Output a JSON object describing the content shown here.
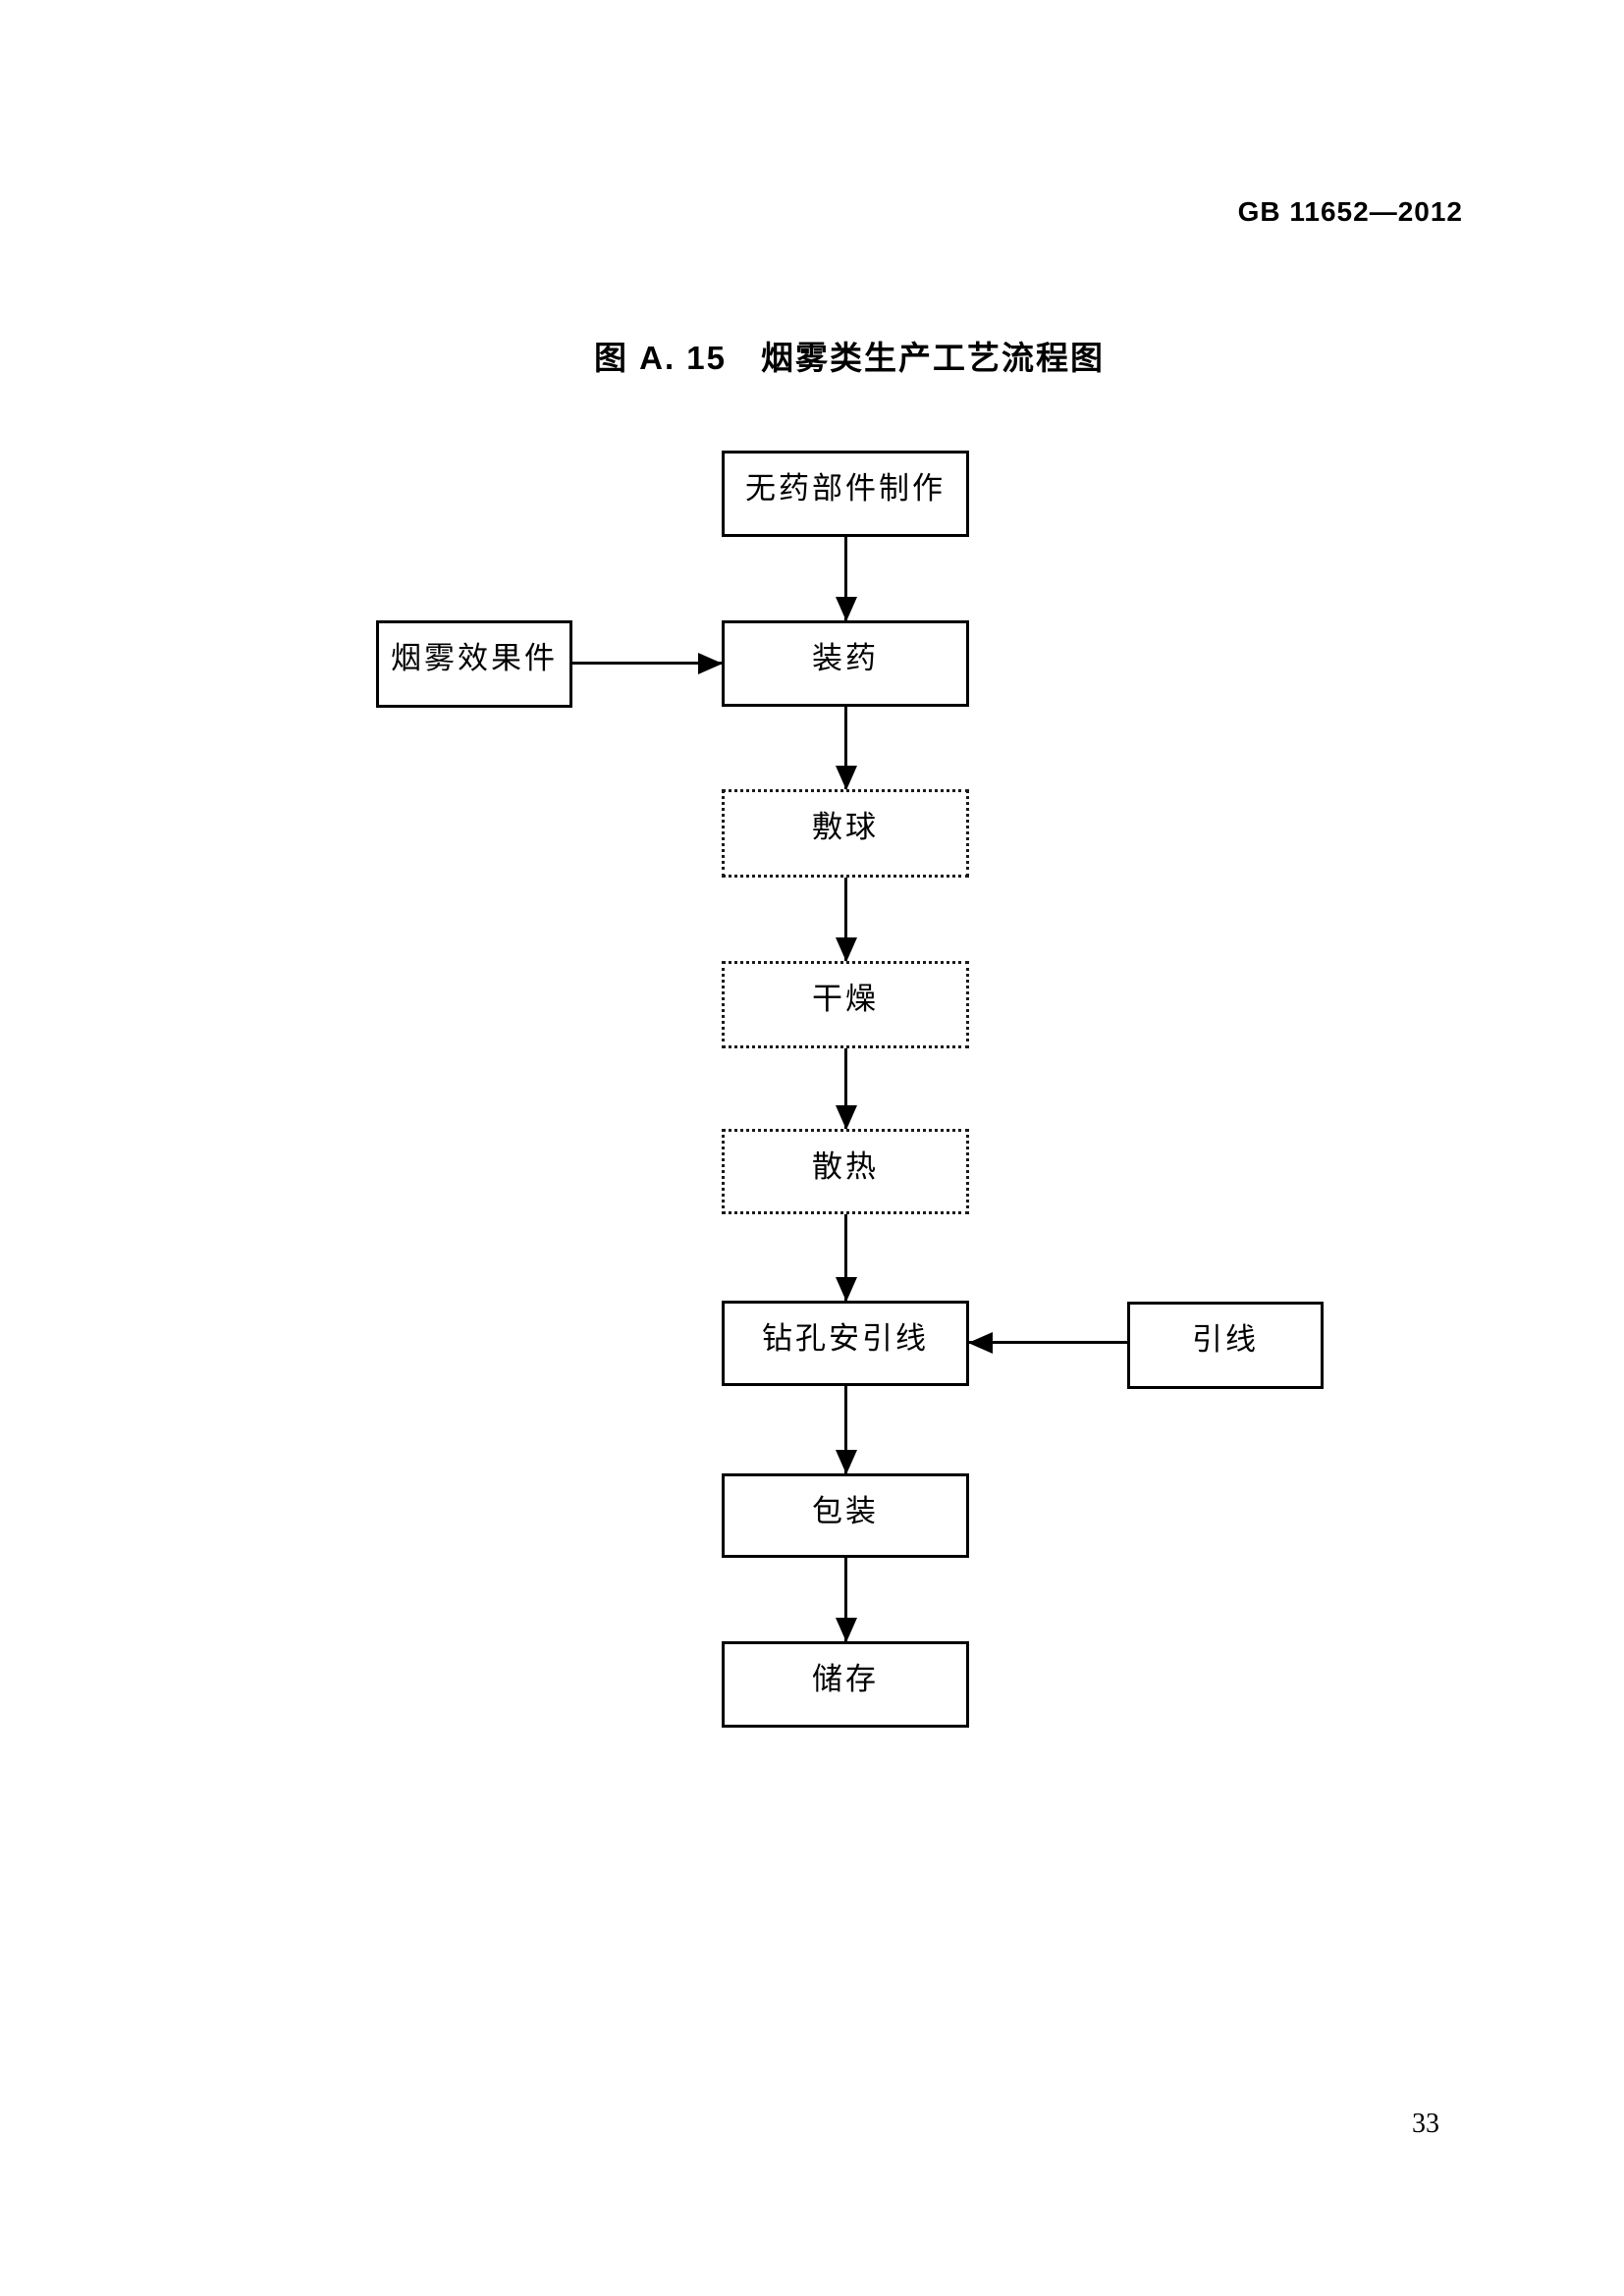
{
  "page": {
    "header_code": "GB 11652—2012",
    "figure_title": "图 A. 15　烟雾类生产工艺流程图",
    "page_number": "33"
  },
  "flowchart": {
    "steps": [
      {
        "label": "无药部件制作",
        "border": "solid"
      },
      {
        "label": "装药",
        "border": "solid"
      },
      {
        "label": "敷球",
        "border": "dotted"
      },
      {
        "label": "干燥",
        "border": "dotted"
      },
      {
        "label": "散热",
        "border": "dotted"
      },
      {
        "label": "钻孔安引线",
        "border": "solid"
      },
      {
        "label": "包装",
        "border": "solid"
      },
      {
        "label": "储存",
        "border": "solid"
      }
    ],
    "side_inputs": [
      {
        "label": "烟雾效果件",
        "target": "装药",
        "direction": "left-to-center"
      },
      {
        "label": "引线",
        "target": "钻孔安引线",
        "direction": "right-to-center"
      }
    ],
    "colors": {
      "line": "#000000",
      "text": "#000000",
      "background": "#ffffff"
    }
  }
}
